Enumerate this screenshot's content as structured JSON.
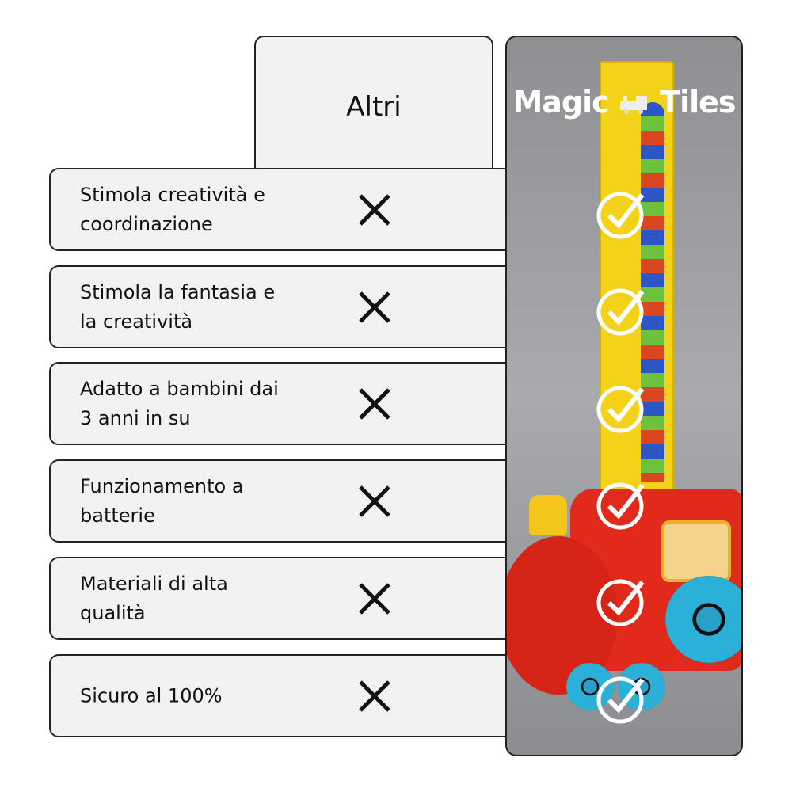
{
  "header": {
    "competitor_label": "Altri"
  },
  "brand": {
    "name_left": "Magic",
    "name_right": "Tiles",
    "logo_icon": "train-icon"
  },
  "rows": [
    {
      "feature": "Stimola creatività e coordinazione",
      "others": "cross-icon",
      "brand": "check-icon"
    },
    {
      "feature": "Stimola la fantasia e la creatività",
      "others": "cross-icon",
      "brand": "check-icon"
    },
    {
      "feature": "Adatto a bambini dai 3 anni in su",
      "others": "cross-icon",
      "brand": "check-icon"
    },
    {
      "feature": "Funzionamento a batterie",
      "others": "cross-icon",
      "brand": "check-icon"
    },
    {
      "feature": "Materiali di alta qualità",
      "others": "cross-icon",
      "brand": "check-icon"
    },
    {
      "feature": "Sicuro al 100%",
      "others": "cross-icon",
      "brand": "check-icon"
    }
  ]
}
